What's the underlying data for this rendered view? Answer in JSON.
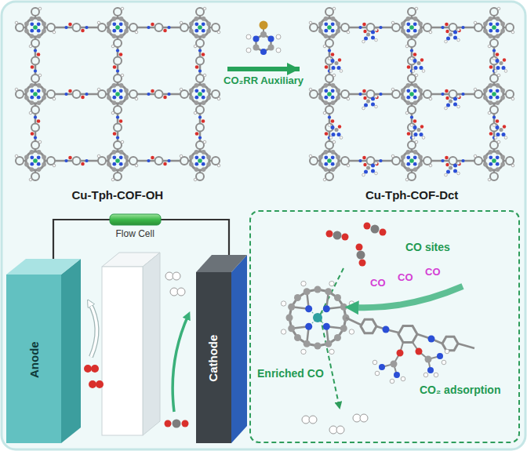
{
  "diagram": {
    "nodes": [
      {
        "text": [
          "Cu-Tph-COF-OH"
        ]
      },
      {
        "text": [
          "Cu-Tph-COF-Dct"
        ]
      },
      {
        "text": [
          "Anode"
        ]
      },
      {
        "text": [
          "Cathode"
        ]
      },
      {
        "text": [
          "CO sites",
          "CO",
          "CO",
          "CO",
          "Enriched CO",
          "CO₂ adsorption"
        ]
      }
    ],
    "edges": [
      {
        "from": 0,
        "to": 1,
        "arrow": "to",
        "label": "CO₂RR Auxiliary"
      },
      {
        "from": 2,
        "to": 3,
        "arrow": "none",
        "label": "Flow Cell"
      }
    ]
  }
}
